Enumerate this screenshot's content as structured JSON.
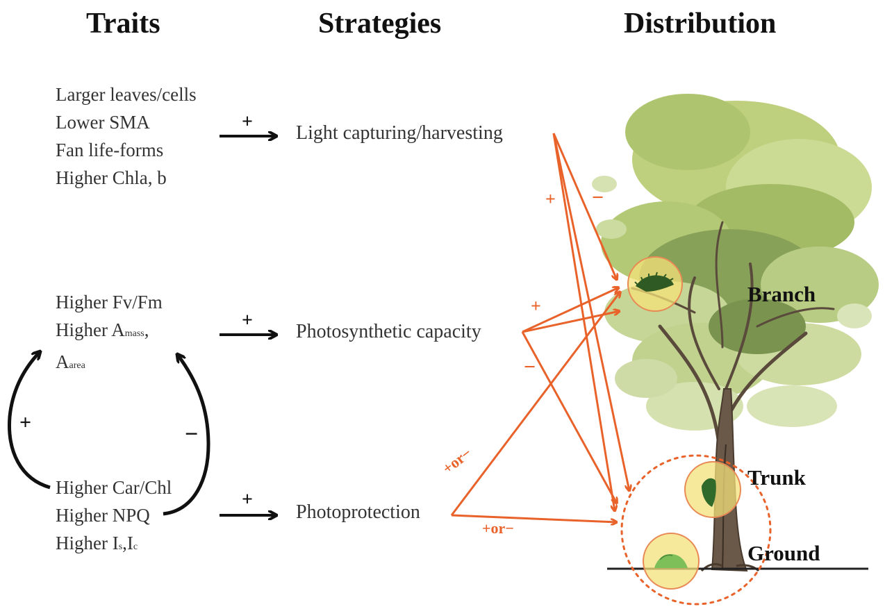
{
  "headings": {
    "traits": "Traits",
    "strategies": "Strategies",
    "distribution": "Distribution"
  },
  "traits": {
    "group1": [
      "Larger leaves/cells",
      "Lower SMA",
      "Fan life-forms",
      "Higher Chla, b"
    ],
    "group2": {
      "line1": "Higher Fv/Fm",
      "line2_main": "Higher A",
      "line2_sub": "mass",
      "line2_suffix": ",",
      "line3_main": "A",
      "line3_sub": "area"
    },
    "group3": {
      "line1": "Higher Car/Chl",
      "line2": "Higher NPQ",
      "line3_main": "Higher I",
      "line3_sub1": "s",
      "line3_mid": ",I",
      "line3_sub2": "c"
    }
  },
  "strategies": [
    "Light capturing/harvesting",
    "Photosynthetic capacity",
    "Photoprotection"
  ],
  "signs": {
    "trait_to_strategy": [
      "+",
      "+",
      "+"
    ],
    "feedback_left": "+",
    "feedback_right": "−",
    "light_plus": "+",
    "light_minus": "−",
    "photo_plus": "+",
    "photo_minus": "−",
    "protect_upper": "+or−",
    "protect_lower": "+or−"
  },
  "locations": {
    "branch": "Branch",
    "trunk": "Trunk",
    "ground": "Ground"
  },
  "colors": {
    "arrow_black": "#111111",
    "arrow_orange": "#e8622a",
    "highlight": "#f4e27a",
    "foliage_light": "#b7cc6e",
    "foliage_dark": "#5e7a3a",
    "bark": "#5a4a3c"
  }
}
